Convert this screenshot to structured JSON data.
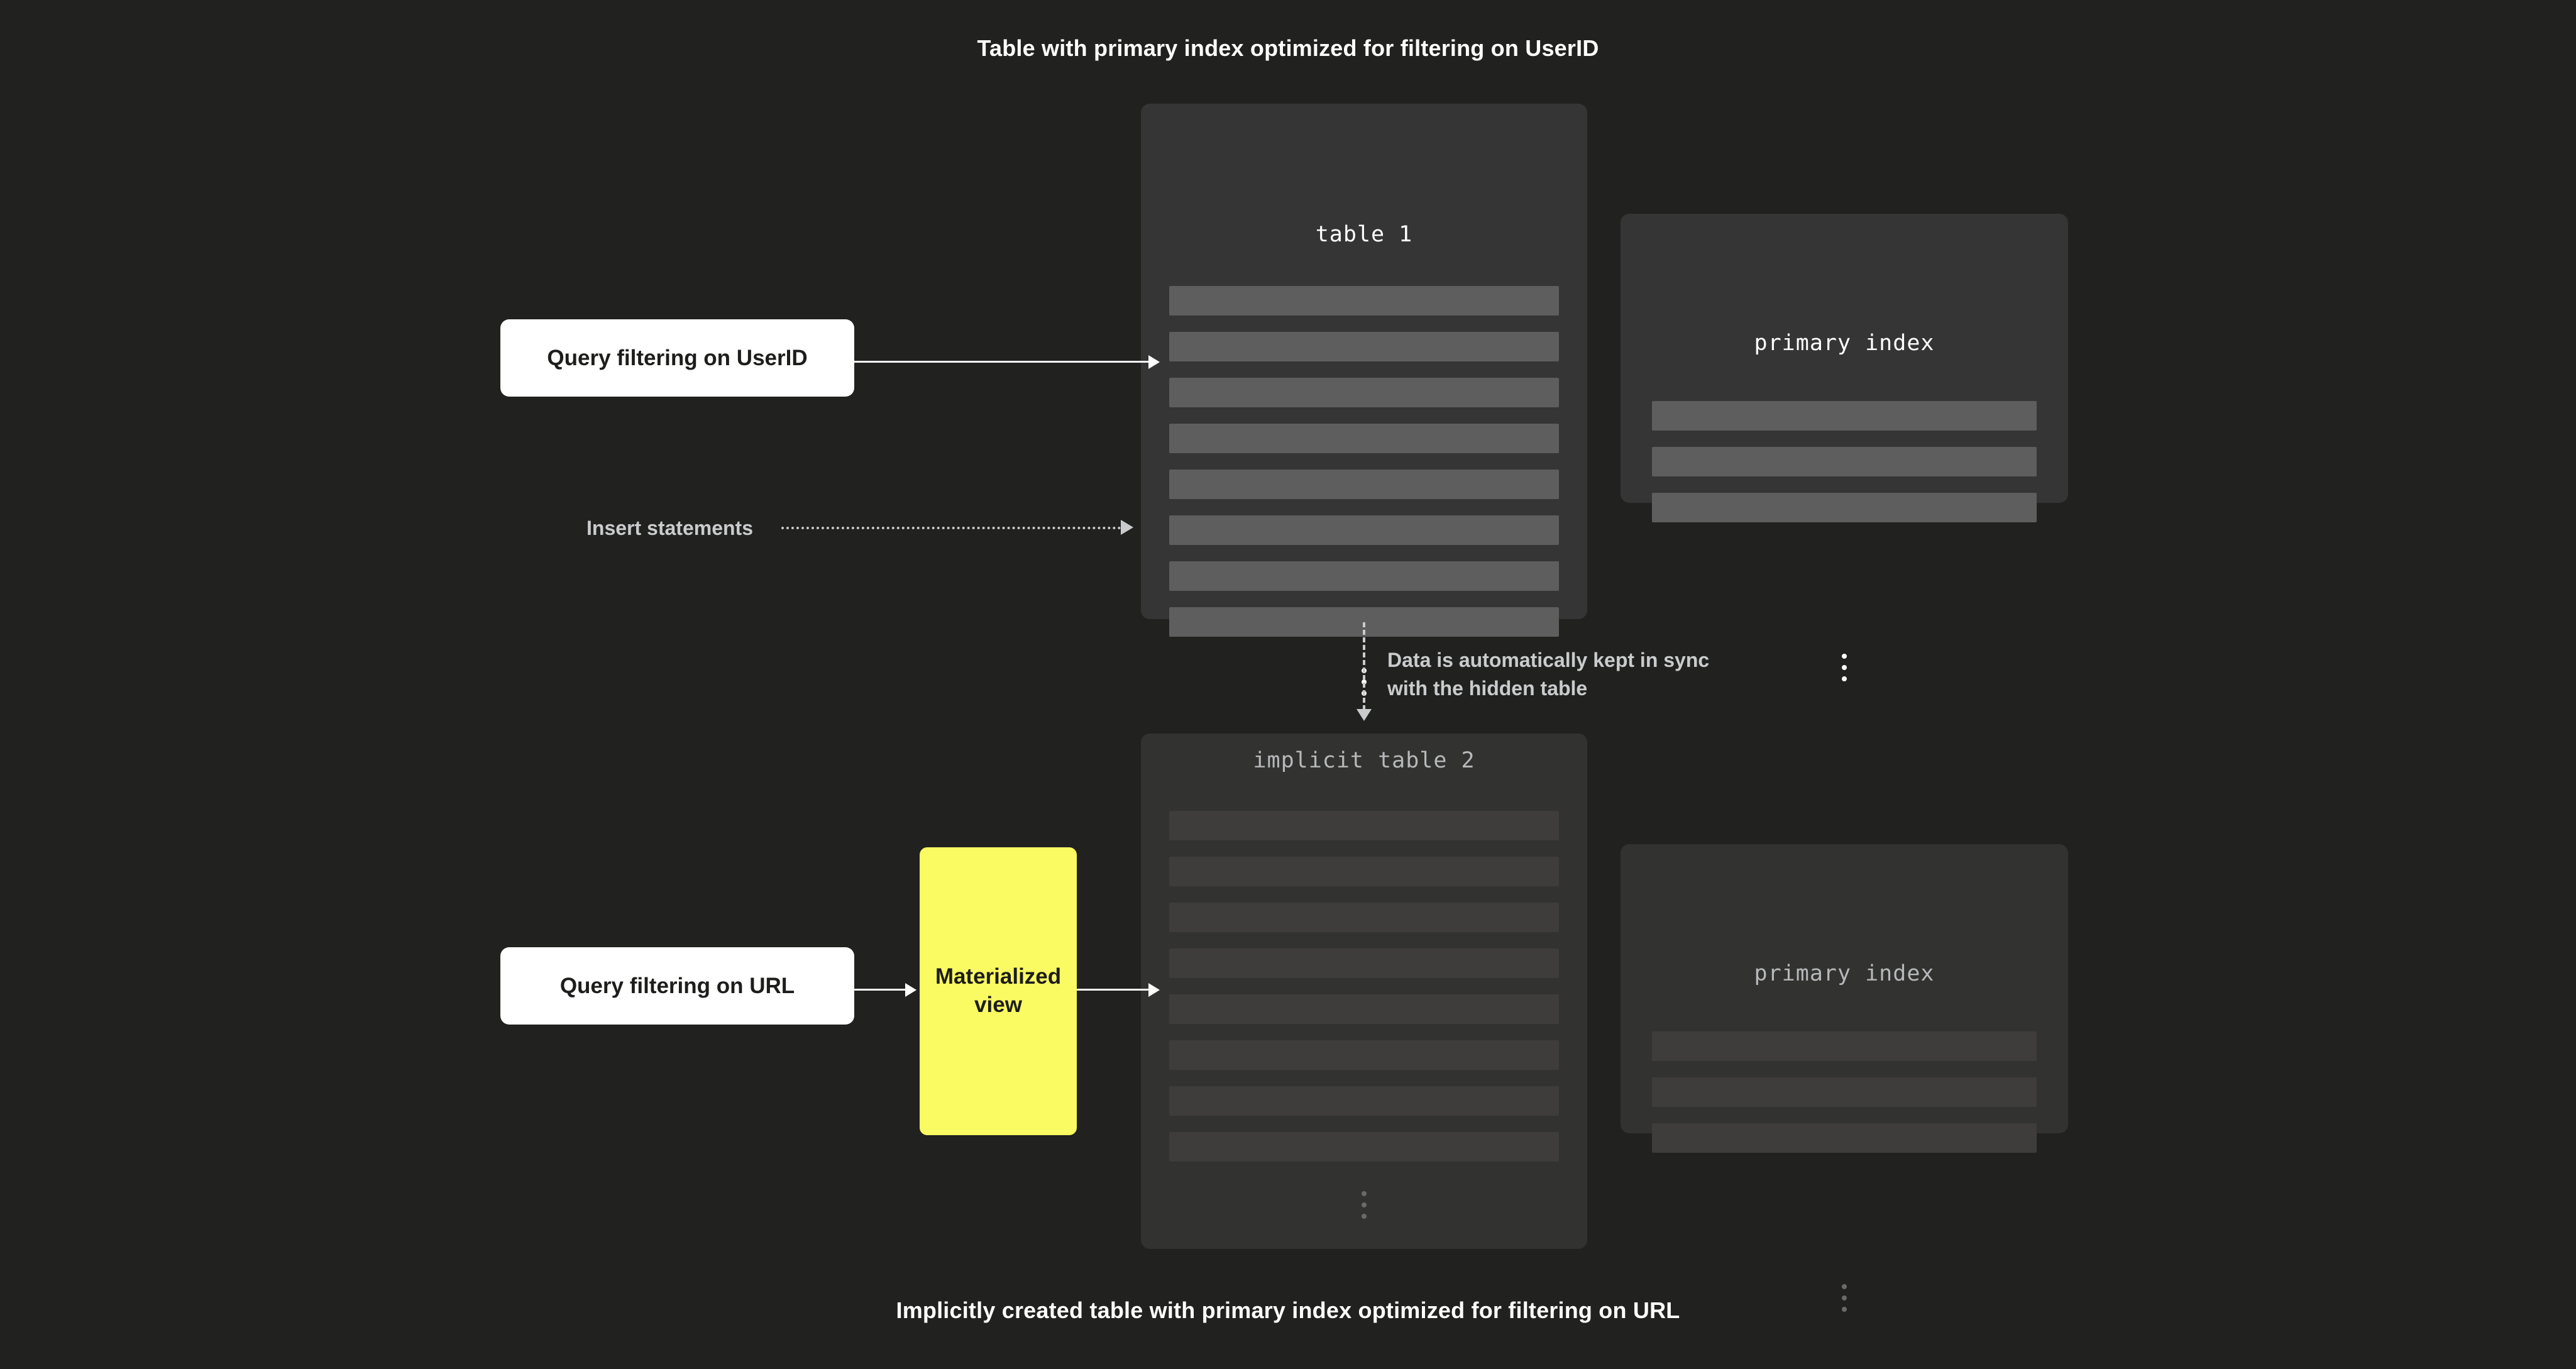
{
  "background_color": "#212120",
  "captions": {
    "top": "Table with primary index optimized for filtering on UserID",
    "bottom": "Implicitly created table with primary index optimized for filtering on URL"
  },
  "colors": {
    "accent_yellow": "#fafa62",
    "query_box_bg": "#ffffff",
    "query_box_text": "#1d1d1b",
    "card_bright_bg": "#353535",
    "card_bright_row": "#5e5e5e",
    "card_dim_bg": "#323231",
    "card_dim_row": "#3e3d3b",
    "annotation_text": "#c9cbcc",
    "caption_text": "#ffffff"
  },
  "cards": {
    "table1": {
      "title": "table 1",
      "row_count": 8,
      "has_ellipsis": true,
      "state": "bright"
    },
    "index1": {
      "title": "primary index",
      "row_count": 3,
      "has_ellipsis": true,
      "state": "bright"
    },
    "table2": {
      "title": "implicit table 2",
      "row_count": 8,
      "has_ellipsis": true,
      "state": "dim"
    },
    "index2": {
      "title": "primary index",
      "row_count": 3,
      "has_ellipsis": true,
      "state": "dim"
    }
  },
  "boxes": {
    "query_userid": "Query filtering on UserID",
    "query_url": "Query filtering on URL",
    "materialized_view": "Materialized\nview"
  },
  "annotations": {
    "insert_statements": "Insert statements",
    "sync_note": "Data is automatically kept in sync\nwith the hidden table"
  }
}
